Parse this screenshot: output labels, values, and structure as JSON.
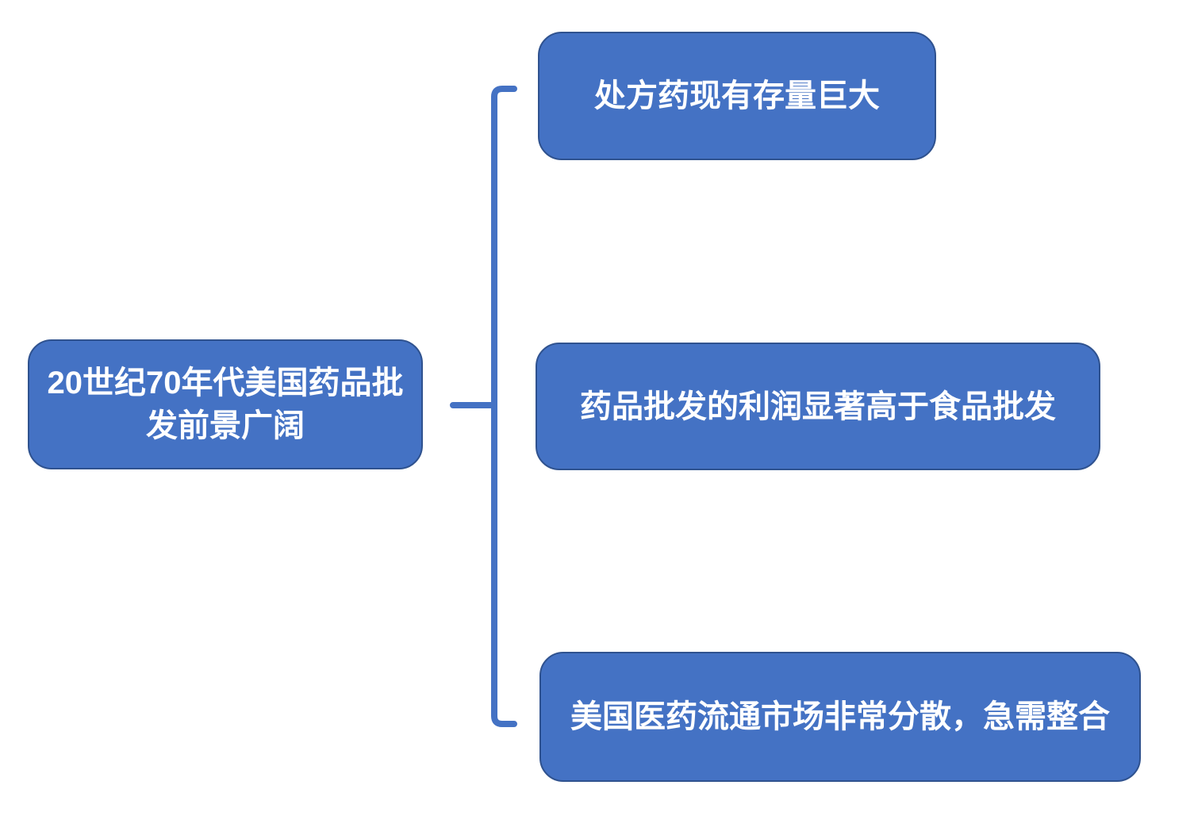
{
  "diagram": {
    "type": "mind-map-bracket",
    "root": {
      "label": "20世纪70年代美国药品批发前景广阔"
    },
    "children": [
      {
        "label": "处方药现有存量巨大"
      },
      {
        "label": "药品批发的利润显著高于食品批发"
      },
      {
        "label": "美国医药流通市场非常分散，急需整合"
      }
    ],
    "colors": {
      "node_fill": "#4472C4",
      "node_border": "#2F528F",
      "node_text": "#FFFFFF",
      "connector": "#4472C4",
      "background": "#FFFFFF"
    }
  }
}
